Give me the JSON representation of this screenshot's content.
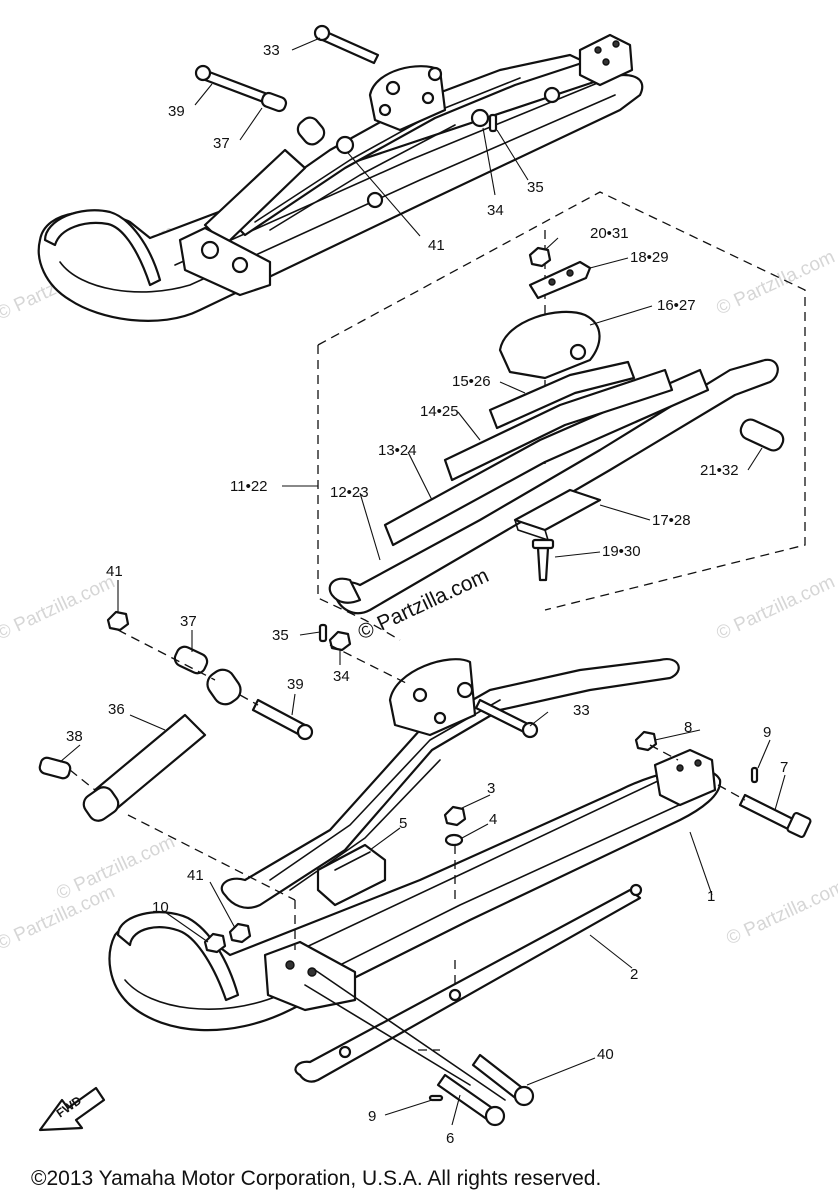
{
  "copyright": "©2013 Yamaha Motor Corporation, U.S.A. All rights reserved.",
  "watermark": "© Partzilla.com",
  "fwd_label": "FWD",
  "callouts": {
    "c1": "1",
    "c2": "2",
    "c3": "3",
    "c4": "4",
    "c5": "5",
    "c6": "6",
    "c7": "7",
    "c8": "8",
    "c9a": "9",
    "c9b": "9",
    "c10": "10",
    "c11_22": "11•22",
    "c12_23": "12•23",
    "c13_24": "13•24",
    "c14_25": "14•25",
    "c15_26": "15•26",
    "c16_27": "16•27",
    "c17_28": "17•28",
    "c18_29": "18•29",
    "c19_30": "19•30",
    "c20_31": "20•31",
    "c21_32": "21•32",
    "c33_top": "33",
    "c33_bot": "33",
    "c34_top": "34",
    "c34_bot": "34",
    "c35_top": "35",
    "c35_bot": "35",
    "c36": "36",
    "c37_top": "37",
    "c37_bot": "37",
    "c38": "38",
    "c39_top": "39",
    "c39_bot": "39",
    "c40": "40",
    "c41_top": "41",
    "c41_mid": "41",
    "c41_bot": "41"
  }
}
